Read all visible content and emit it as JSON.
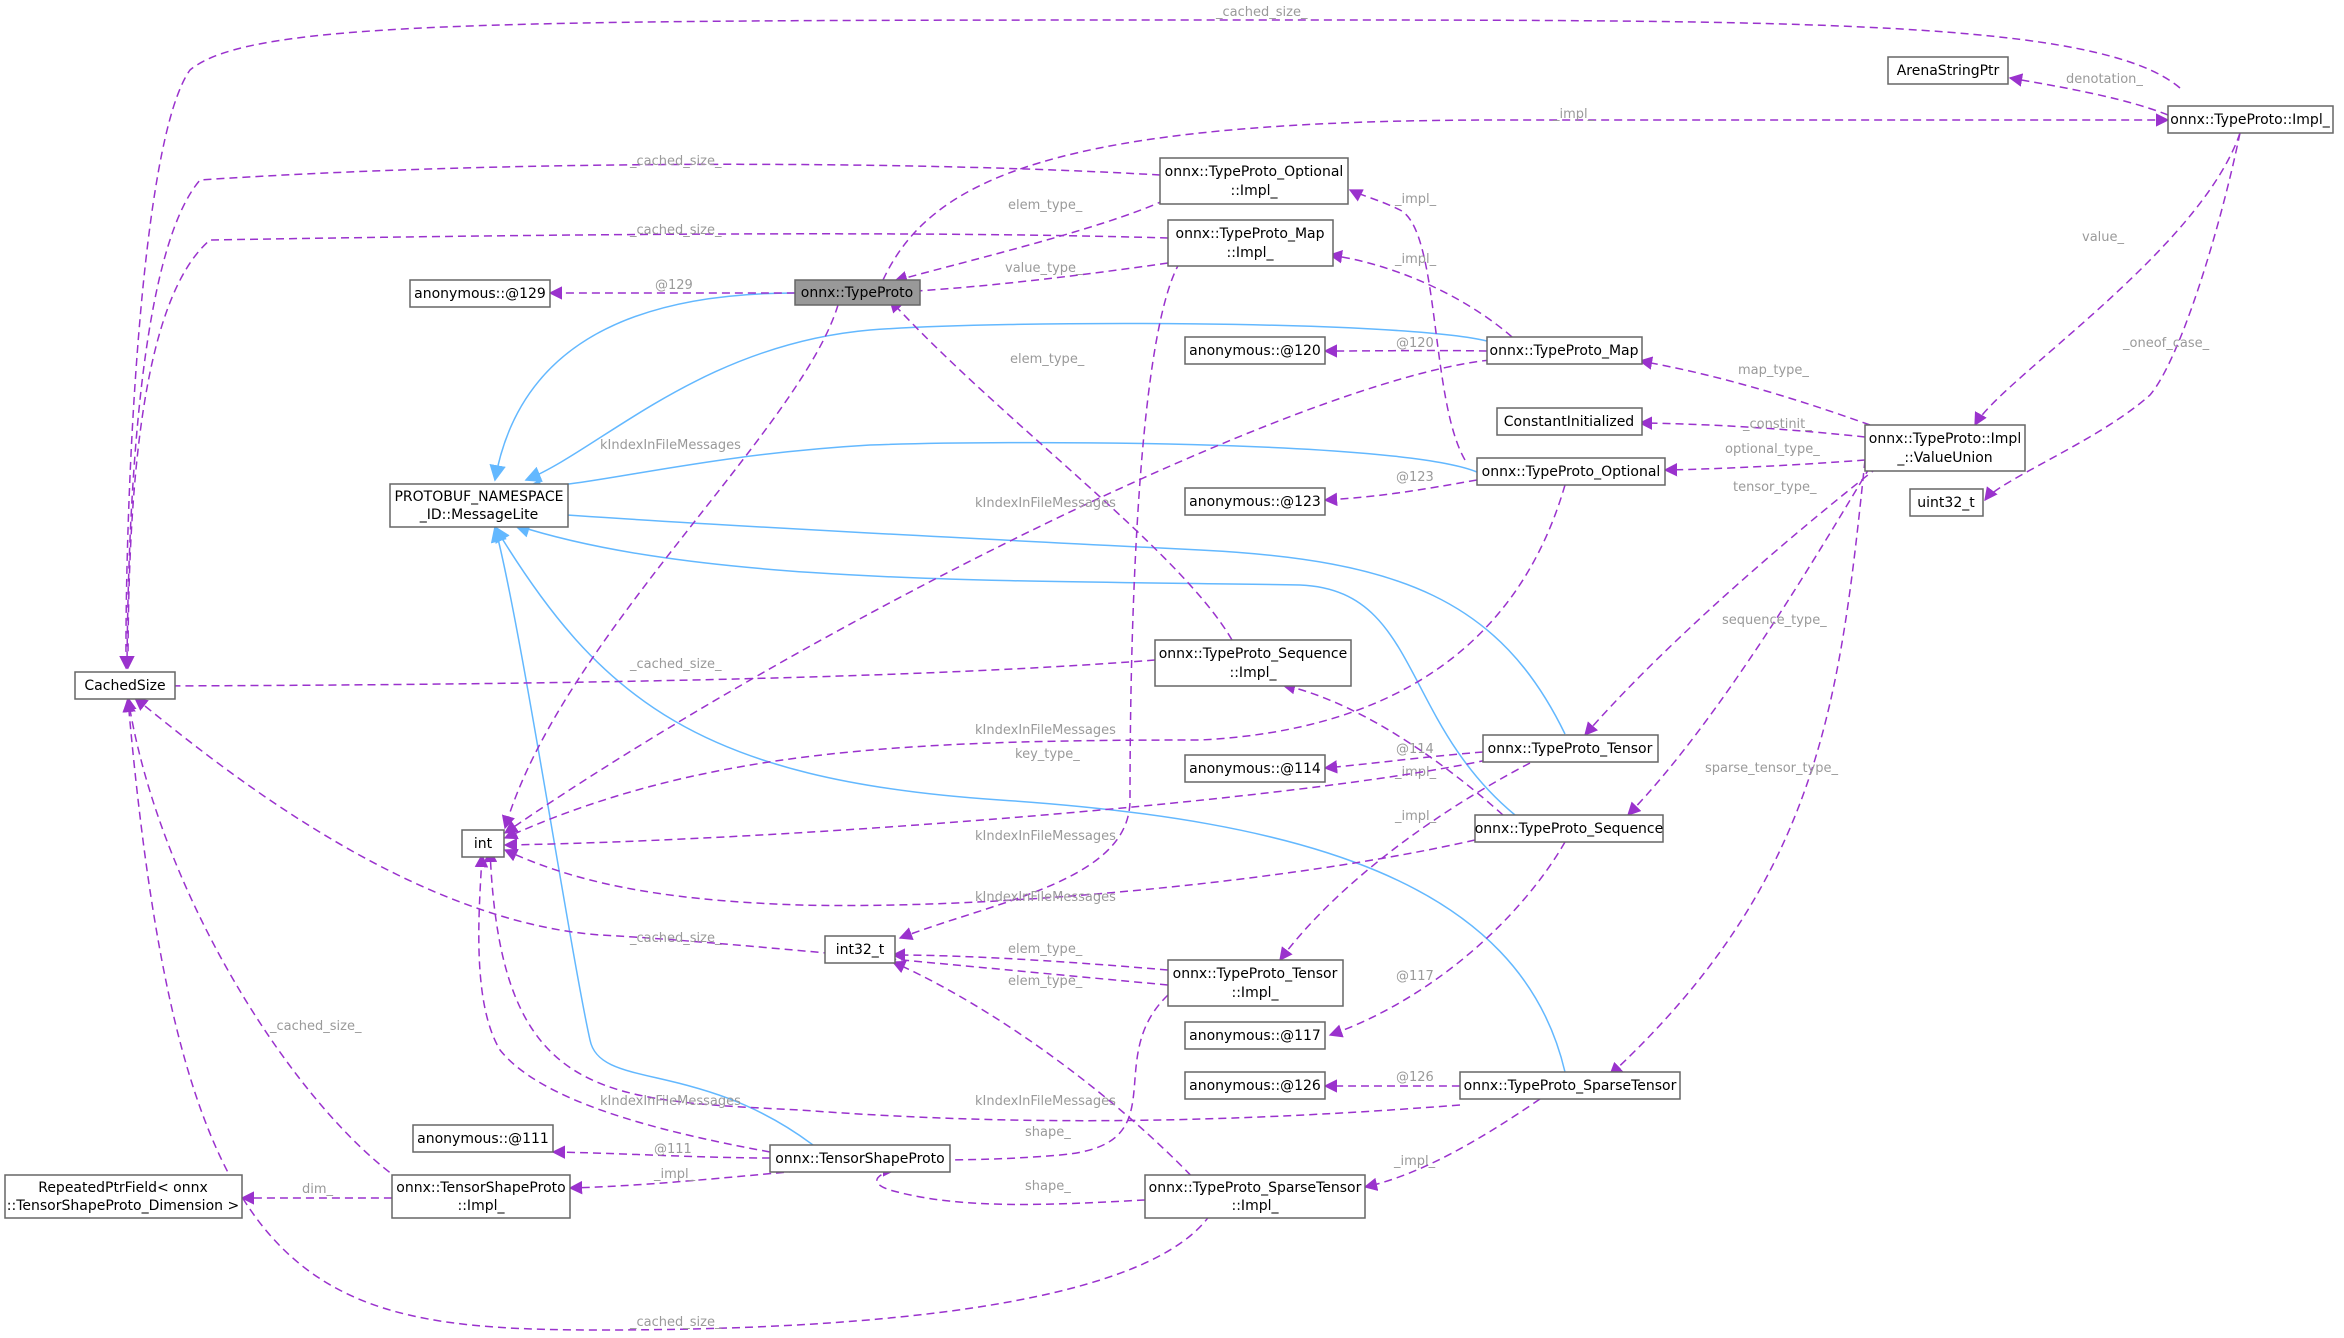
{
  "nodes": {
    "typeproto": "onnx::TypeProto",
    "typeproto_impl": "onnx::TypeProto::Impl_",
    "valueunion_l1": "onnx::TypeProto::Impl",
    "valueunion_l2": "_::ValueUnion",
    "optional_impl_l1": "onnx::TypeProto_Optional",
    "optional_impl_l2": "::Impl_",
    "map_impl_l1": "onnx::TypeProto_Map",
    "map_impl_l2": "::Impl_",
    "map": "onnx::TypeProto_Map",
    "optional": "onnx::TypeProto_Optional",
    "tensor": "onnx::TypeProto_Tensor",
    "sequence": "onnx::TypeProto_Sequence",
    "sparsetensor": "onnx::TypeProto_SparseTensor",
    "sequence_impl_l1": "onnx::TypeProto_Sequence",
    "sequence_impl_l2": "::Impl_",
    "tensor_impl_l1": "onnx::TypeProto_Tensor",
    "tensor_impl_l2": "::Impl_",
    "sparsetensor_impl_l1": "onnx::TypeProto_SparseTensor",
    "sparsetensor_impl_l2": "::Impl_",
    "tensorshapeproto": "onnx::TensorShapeProto",
    "tensorshapeproto_impl_l1": "onnx::TensorShapeProto",
    "tensorshapeproto_impl_l2": "::Impl_",
    "messagelite_l1": "PROTOBUF_NAMESPACE",
    "messagelite_l2": "_ID::MessageLite",
    "cachedsize": "CachedSize",
    "int": "int",
    "int32": "int32_t",
    "uint32": "uint32_t",
    "arenastringptr": "ArenaStringPtr",
    "constantinitialized": "ConstantInitialized",
    "anon129": "anonymous::@129",
    "anon120": "anonymous::@120",
    "anon123": "anonymous::@123",
    "anon114": "anonymous::@114",
    "anon117": "anonymous::@117",
    "anon126": "anonymous::@126",
    "anon111": "anonymous::@111",
    "repeated_l1": "RepeatedPtrField< onnx",
    "repeated_l2": "::TensorShapeProto_Dimension >"
  },
  "edge_labels": {
    "cached_size_top": "_cached_size_",
    "denotation": "denotation_",
    "impl_top": "_impl_",
    "value": "value_",
    "oneof_case": "_oneof_case_",
    "cached_size_opt_impl": "_cached_size_",
    "elem_type_opt": "elem_type_",
    "cached_size_map_impl": "_cached_size_",
    "value_type": "value_type_",
    "at129": "@129",
    "impl_opt": "_impl_",
    "impl_map": "_impl_",
    "elem_type_seq": "elem_type_",
    "at120": "@120",
    "map_type": "map_type_",
    "constinit": "_constinit_",
    "optional_type": "optional_type_",
    "at123": "@123",
    "tensor_type": "tensor_type_",
    "kindex_typeproto": "kIndexInFileMessages",
    "kindex_map": "kIndexInFileMessages",
    "sequence_type": "sequence_type_",
    "cached_size_seq_impl": "_cached_size_",
    "kindex_optional": "kIndexInFileMessages",
    "key_type": "key_type_",
    "at114": "@114",
    "sparse_tensor_type": "sparse_tensor_type_",
    "impl_seq": "_impl_",
    "impl_tensor": "_impl_",
    "kindex_tensor": "kIndexInFileMessages",
    "kindex_sequence": "kIndexInFileMessages",
    "cached_size_tensor_impl": "_cached_size_",
    "elem_type_tensor": "elem_type_",
    "elem_type_sparse": "elem_type_",
    "at117": "@117",
    "cached_size_tsp_impl": "_cached_size_",
    "at126": "@126",
    "kindex_sparse": "kIndexInFileMessages",
    "kindex_tsp": "kIndexInFileMessages",
    "impl_sparse": "_impl_",
    "shape_tensor": "shape_",
    "at111": "@111",
    "impl_tsp": "_impl_",
    "dim": "dim_",
    "shape_sparse": "shape_",
    "cached_size_bottom": "_cached_size_"
  },
  "colors": {
    "inheritance": "#63b8ff",
    "usage": "#9a32cd",
    "focus_fill": "#999999",
    "label": "#9a9a9a"
  }
}
